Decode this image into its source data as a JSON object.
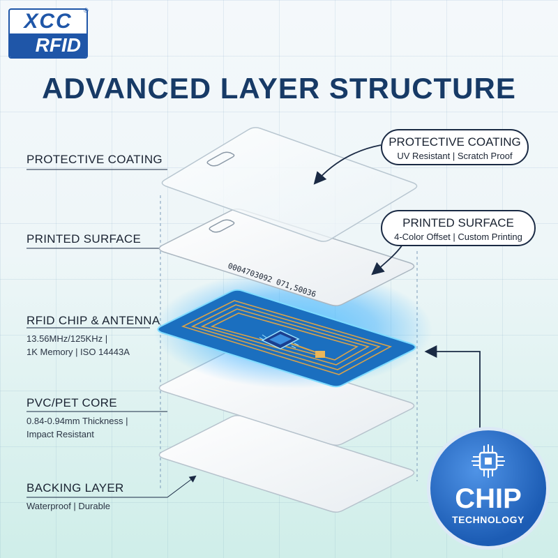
{
  "brand": {
    "top": "XCC",
    "bottom": "RFID",
    "registered": "®"
  },
  "title": "ADVANCED LAYER STRUCTURE",
  "layers": [
    {
      "heading": "PROTECTIVE COATING",
      "detail": ""
    },
    {
      "heading": "PRINTED SURFACE",
      "detail": ""
    },
    {
      "heading": "RFID CHIP & ANTENNA",
      "detail_line1": "13.56MHz/125KHz |",
      "detail_line2": "1K Memory | ISO 14443A"
    },
    {
      "heading": "PVC/PET CORE",
      "detail_line1": "0.84-0.94mm Thickness |",
      "detail_line2": "Impact Resistant"
    },
    {
      "heading": "BACKING LAYER",
      "detail": "Waterproof | Durable"
    }
  ],
  "callouts": [
    {
      "heading": "PROTECTIVE COATING",
      "detail": "UV Resistant | Scratch Proof"
    },
    {
      "heading": "PRINTED SURFACE",
      "detail": "4-Color Offset | Custom Printing"
    }
  ],
  "card_number": "0004703092 071,50036",
  "badge": {
    "big": "CHIP",
    "small": "TECHNOLOGY"
  },
  "colors": {
    "navy": "#173a66",
    "badge_blue": "#1c5cb4",
    "glow": "#2aa8ff"
  }
}
